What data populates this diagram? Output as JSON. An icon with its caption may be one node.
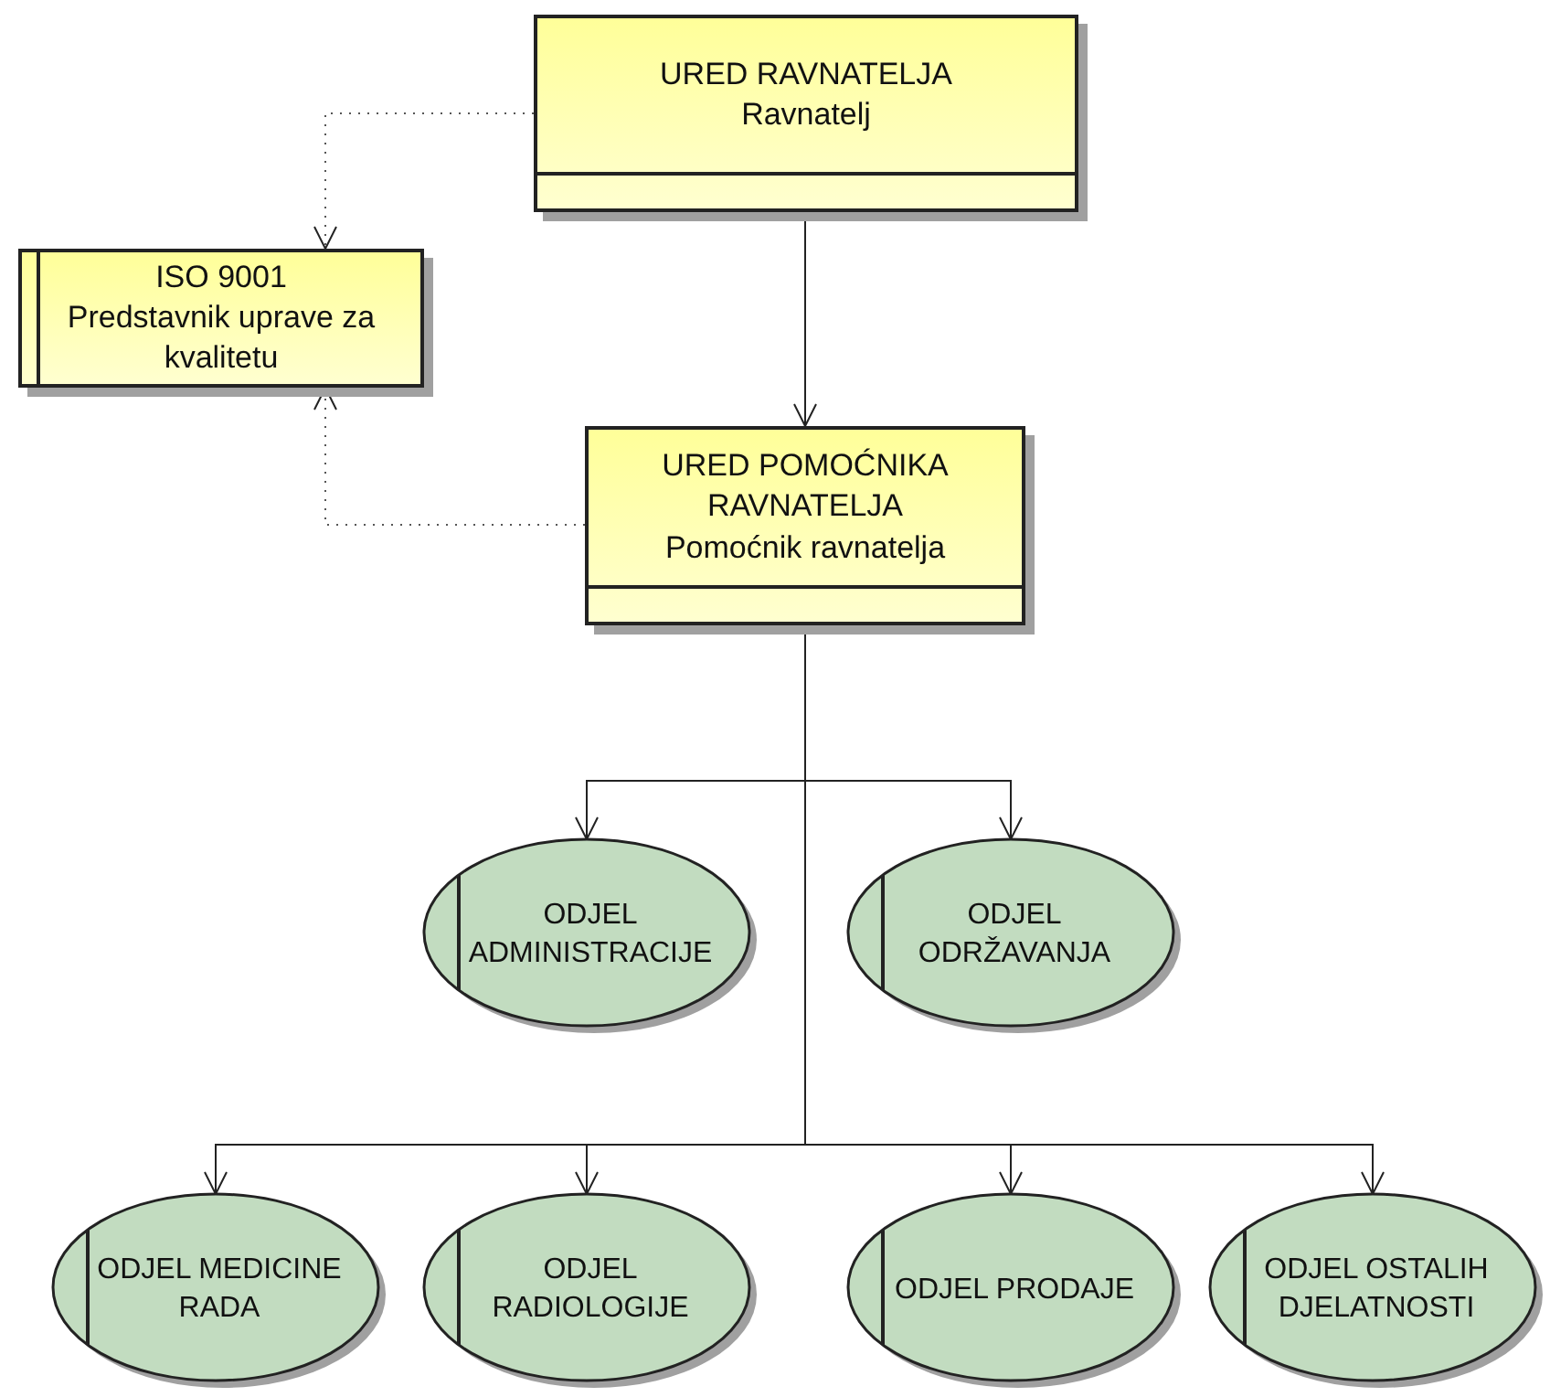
{
  "diagram": {
    "nodes": [
      {
        "text": [
          "URED RAVNATELJA",
          "Ravnatelj"
        ]
      },
      {
        "text": [
          "ISO 9001",
          "Predstavnik uprave za kvalitetu"
        ]
      },
      {
        "text": [
          "URED POMOĆNIKA RAVNATELJA",
          "Pomoćnik ravnatelja"
        ]
      },
      {
        "text": [
          "ODJEL ADMINISTRACIJE"
        ]
      },
      {
        "text": [
          "ODJEL ODRŽAVANJA"
        ]
      },
      {
        "text": [
          "ODJEL MEDICINE RADA"
        ]
      },
      {
        "text": [
          "ODJEL RADIOLOGIJE"
        ]
      },
      {
        "text": [
          "ODJEL PRODAJE"
        ]
      },
      {
        "text": [
          "ODJEL OSTALIH DJELATNOSTI"
        ]
      }
    ],
    "edges": [
      {
        "from": 0,
        "to": 1,
        "arrow": "to",
        "style": "dashed"
      },
      {
        "from": 0,
        "to": 2,
        "arrow": "to"
      },
      {
        "from": 2,
        "to": 1,
        "arrow": "to",
        "style": "dashed"
      },
      {
        "from": 2,
        "to": 3,
        "arrow": "to"
      },
      {
        "from": 2,
        "to": 4,
        "arrow": "to"
      },
      {
        "from": 2,
        "to": 5,
        "arrow": "to"
      },
      {
        "from": 2,
        "to": 6,
        "arrow": "to"
      },
      {
        "from": 2,
        "to": 7,
        "arrow": "to"
      },
      {
        "from": 2,
        "to": 8,
        "arrow": "to"
      }
    ]
  }
}
